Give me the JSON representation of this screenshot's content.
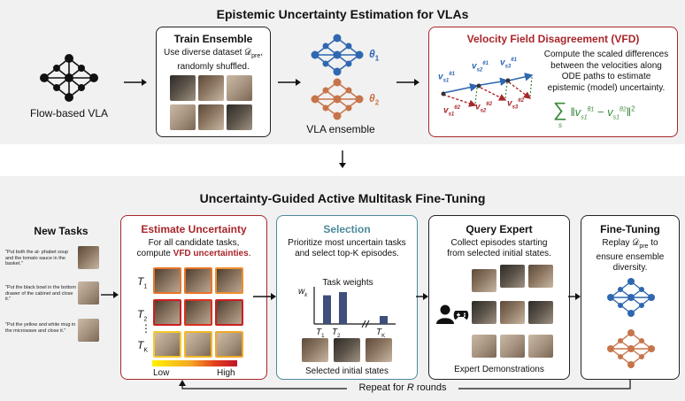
{
  "top_title": "Epistemic Uncertainty Estimation for VLAs",
  "flow_vla_label": "Flow-based VLA",
  "train_ensemble": {
    "title": "Train Ensemble",
    "line1": "Use diverse dataset 𝒟",
    "line1_sub": "pre",
    "line1_end": ",",
    "line2": "randomly shuffled."
  },
  "vla_ensemble": {
    "label": "VLA ensemble",
    "theta1": "θ",
    "theta1_sub": "1",
    "theta2": "θ",
    "theta2_sub": "2"
  },
  "vfd": {
    "title": "Velocity Field Disagreement (VFD)",
    "desc1": "Compute the scaled differences",
    "desc2": "between the velocities along",
    "desc3": "ODE paths to estimate",
    "desc4": "epistemic (model) uncertainty.",
    "v": "v",
    "s1": "s1",
    "s2": "s2",
    "s3": "s3",
    "th1": "θ1",
    "th2": "θ2",
    "sum_symbol": "∑",
    "sum_index": "s",
    "formula": "‖v",
    "formula_end": "‖"
  },
  "colors": {
    "blue": "#2f67b1",
    "orange": "#c7744a",
    "red": "#a8262a",
    "teal": "#4b8a9a",
    "green": "#3b8a3b"
  },
  "bottom_title": "Uncertainty-Guided Active Multitask Fine-Tuning",
  "new_tasks": {
    "title": "New Tasks",
    "task1": "\"Put both the al- phabet soup and the tomato sauce in the basket.\"",
    "task2": "\"Put the black bowl in the bottom drawer of the cabinet and close it.\"",
    "task3": "\"Put the yellow and white mug in the microwave and close it.\""
  },
  "estimate": {
    "title": "Estimate Uncertainty",
    "line1": "For all candidate tasks,",
    "line2_pre": "compute ",
    "line2_em": "VFD uncertainties",
    "line2_end": ".",
    "t1": "T",
    "t1_sub": "1",
    "t2": "T",
    "t2_sub": "2",
    "tk": "T",
    "tk_sub": "K",
    "dots": "⋮",
    "low": "Low",
    "high": "High"
  },
  "selection": {
    "title": "Selection",
    "line1": "Prioritize most uncertain tasks",
    "line2": "and select top-K episodes.",
    "chart_title": "Task weights",
    "wk": "w",
    "wk_sub": "k",
    "x1": "T",
    "x1_sub": "1",
    "x2": "T",
    "x2_sub": "2",
    "xk": "T",
    "xk_sub": "K",
    "caption": "Selected initial states"
  },
  "chart_data": {
    "type": "bar",
    "title": "Task weights",
    "ylabel": "w_k",
    "categories": [
      "T1",
      "T2",
      "TK"
    ],
    "values": [
      0.9,
      1.0,
      0.25
    ]
  },
  "query": {
    "title": "Query Expert",
    "line1": "Collect episodes starting",
    "line2": "from selected initial states.",
    "caption": "Expert Demonstrations"
  },
  "finetune": {
    "title": "Fine-Tuning",
    "line1_pre": "Replay 𝒟",
    "line1_sub": "pre",
    "line1_end": " to",
    "line2": "ensure ensemble",
    "line3": "diversity."
  },
  "repeat": {
    "pre": "Repeat for ",
    "var": "R",
    "post": " rounds"
  }
}
